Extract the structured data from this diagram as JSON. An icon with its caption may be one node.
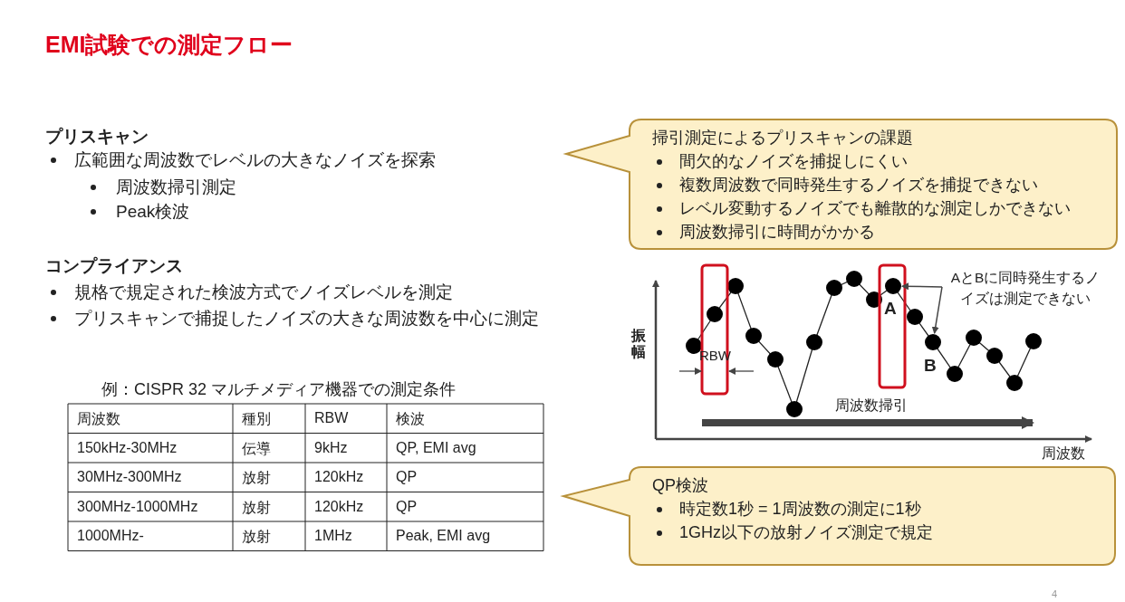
{
  "diagram": {
    "title": "EMI試験での測定フロー",
    "nodes": [
      {
        "text": [
          "掃引測定によるプリスキャンの課題",
          "間欠的なノイズを捕捉しにくい",
          "複数周波数で同時発生するノイズを捕捉できない",
          "レベル変動するノイズでも離散的な測定しかできない",
          "周波数掃引に時間がかかる"
        ]
      },
      {
        "text": [
          "QP検波",
          "時定数1秒 = 1周波数の測定に1秒",
          "1GHz以下の放射ノイズ測定で規定"
        ]
      },
      {
        "text": [
          "AとBに同時発生するノイズは測定できない"
        ]
      },
      {
        "text": [],
        "shape": "circle",
        "beside": [
          "A"
        ]
      },
      {
        "text": [],
        "shape": "circle",
        "beside": [
          "B"
        ]
      }
    ],
    "edges": [
      {
        "from": 2,
        "to": 3,
        "arrow": "to"
      },
      {
        "from": 2,
        "to": 4,
        "arrow": "to"
      }
    ],
    "labels": [
      "プリスキャン",
      "広範囲な周波数でレベルの大きなノイズを探索",
      "周波数掃引測定",
      "Peak検波",
      "コンプライアンス",
      "規格で規定された検波方式でノイズレベルを測定",
      "プリスキャンで捕捉したノイズの大きな周波数を中心に測定",
      "例：CISPR 32 マルチメディア機器での測定条件",
      "周波数",
      "種別",
      "RBW",
      "検波",
      "150kHz-30MHz",
      "伝導",
      "9kHz",
      "QP, EMI avg",
      "30MHz-300MHz",
      "放射",
      "120kHz",
      "QP",
      "300MHz-1000MHz",
      "放射",
      "120kHz",
      "QP",
      "1000MHz-",
      "放射",
      "1MHz",
      "Peak, EMI avg",
      "振幅",
      "RBW",
      "周波数掃引",
      "周波数",
      "4"
    ]
  }
}
